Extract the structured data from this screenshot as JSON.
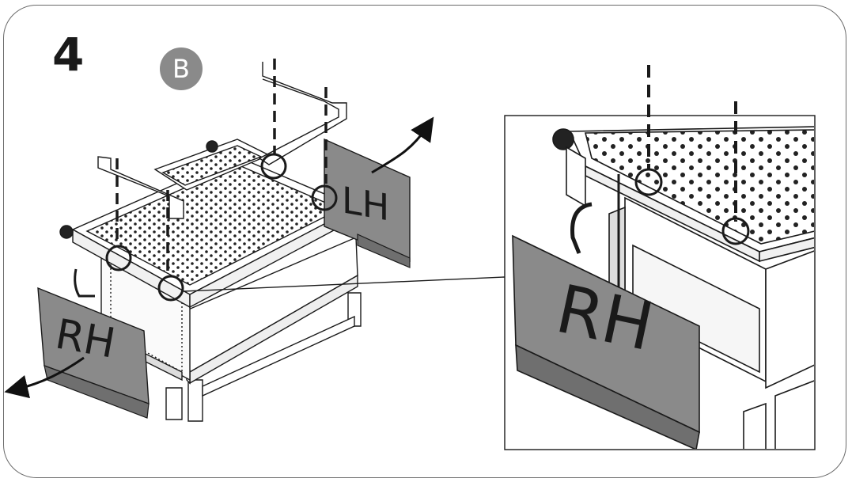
{
  "step": {
    "number": "4",
    "badge": "B"
  },
  "labels": {
    "left_panel": "LH",
    "right_panel": "RH",
    "detail_panel": "RH"
  },
  "colors": {
    "panel_gray": "#8a8a8a",
    "outline": "#1a1a1a",
    "frame": "#6a6a6a"
  }
}
